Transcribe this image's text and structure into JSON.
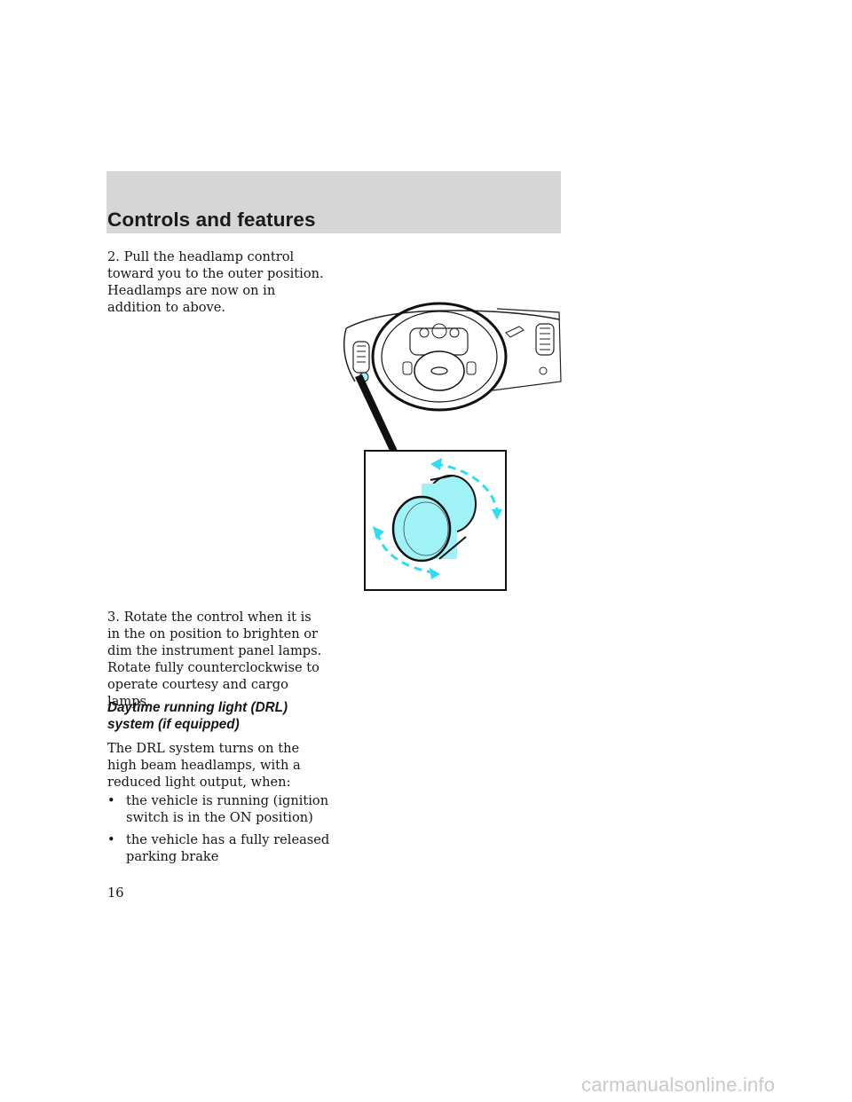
{
  "header": {
    "title": "Controls and features"
  },
  "paragraphs": {
    "step2": "2. Pull the headlamp control toward you to the outer position. Headlamps are now on in addition to above.",
    "step3": "3. Rotate the control when it is in the on position to brighten or dim the instrument panel lamps. Rotate fully counterclockwise to operate courtesy and cargo lamps.",
    "drl_heading": "Daytime running light (DRL) system (if equipped)",
    "drl_intro": "The DRL system turns on the high beam headlamps, with a reduced light output, when:"
  },
  "bullets": [
    "the vehicle is running (ignition switch is in the ON position)",
    "the vehicle has a fully released parking brake"
  ],
  "bullet_symbol": "•",
  "footer": {
    "page_number": "16",
    "watermark": "carmanualsonline.info"
  },
  "colors": {
    "header_band": "#d6d6d6",
    "knob_fill": "#9ff3f6",
    "arrow_color": "#2fdcf0"
  },
  "illustrations": {
    "dashboard": "steering-wheel-dashboard-illustration",
    "detail": "headlamp-knob-rotation-detail"
  }
}
